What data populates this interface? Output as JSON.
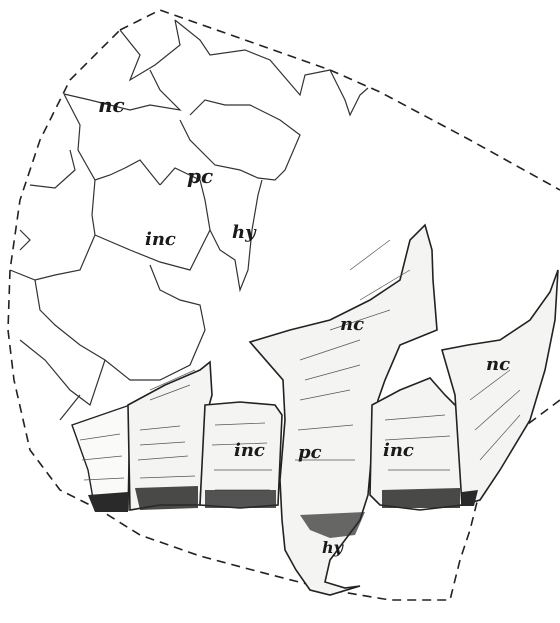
{
  "figure": {
    "labels": {
      "upper_nc": "nc",
      "upper_pc": "pc",
      "upper_inc": "inc",
      "upper_hy": "hy",
      "lower_nc_center": "nc",
      "lower_nc_right": "nc",
      "lower_inc_left": "inc",
      "lower_pc": "pc",
      "lower_inc_right": "inc",
      "lower_hy": "hy"
    }
  }
}
